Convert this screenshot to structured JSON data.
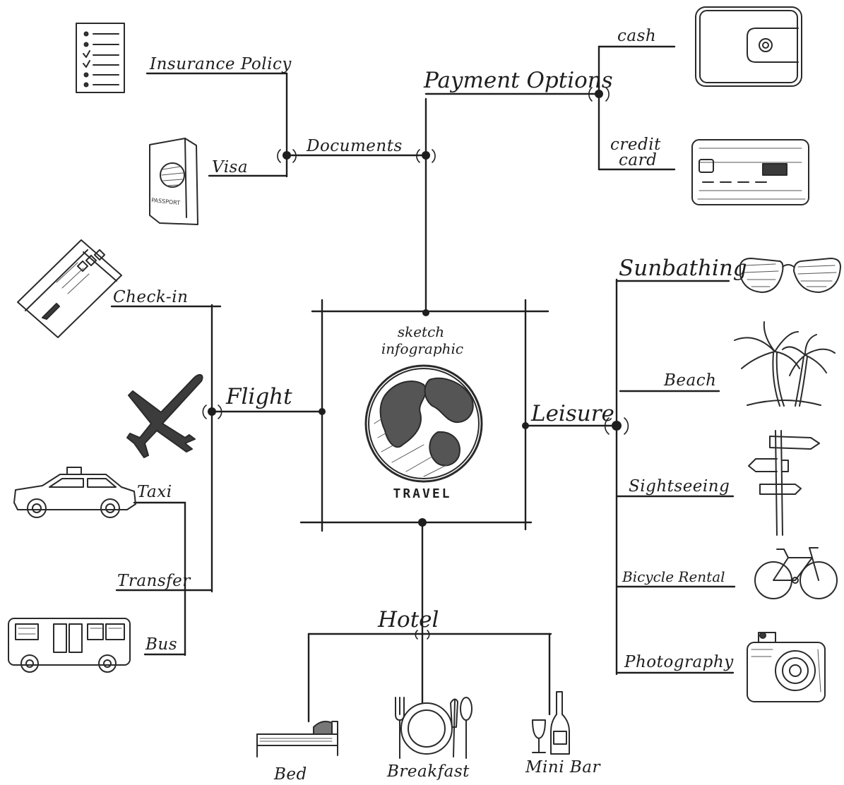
{
  "center": {
    "subtitle_line1": "sketch",
    "subtitle_line2": "infographic",
    "title": "TRAVEL"
  },
  "documents": {
    "label": "Documents",
    "items": [
      "Insurance Policy",
      "Visa"
    ],
    "passport_text": "PASSPORT"
  },
  "payment": {
    "label": "Payment Options",
    "items": [
      "cash",
      "credit",
      "card"
    ]
  },
  "flight": {
    "label": "Flight",
    "items": [
      "Check-in"
    ]
  },
  "transfer": {
    "label": "Transfer",
    "items": [
      "Taxi",
      "Bus"
    ]
  },
  "leisure": {
    "label": "Leisure",
    "items": [
      "Sunbathing",
      "Beach",
      "Sightseeing",
      "Bicycle Rental",
      "Photography"
    ]
  },
  "hotel": {
    "label": "Hotel",
    "items": [
      "Bed",
      "Breakfast",
      "Mini Bar"
    ]
  },
  "icons": [
    "checklist-icon",
    "passport-icon",
    "wallet-icon",
    "credit-card-icon",
    "boarding-pass-icon",
    "airplane-icon",
    "taxi-icon",
    "bus-icon",
    "sunglasses-icon",
    "palm-trees-icon",
    "signpost-icon",
    "bicycle-icon",
    "camera-icon",
    "bed-icon",
    "plate-cutlery-icon",
    "wine-bottle-icon",
    "globe-icon"
  ]
}
